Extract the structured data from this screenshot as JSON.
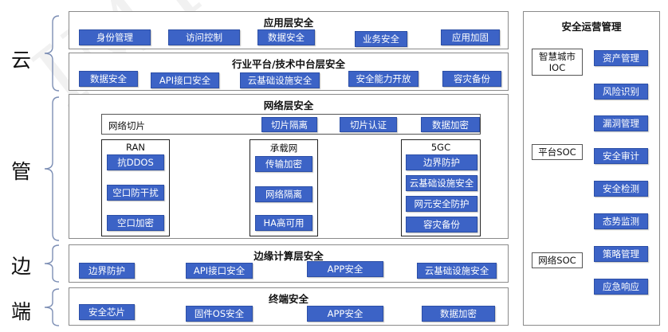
{
  "watermark": "IMT-2",
  "side_labels": {
    "cloud": "云",
    "pipe": "管",
    "edge": "边",
    "end": "端"
  },
  "app_layer": {
    "title": "应用层安全",
    "items": [
      "身份管理",
      "访问控制",
      "数据安全",
      "业务安全",
      "应用加固"
    ]
  },
  "industry_layer": {
    "title": "行业平台/技术中台层安全",
    "items": [
      "数据安全",
      "API接口安全",
      "云基础设施安全",
      "安全能力开放",
      "容灾备份"
    ]
  },
  "network_layer": {
    "title": "网络层安全",
    "slicing": {
      "label": "网络切片",
      "items": [
        "切片隔离",
        "切片认证",
        "数据加密"
      ]
    },
    "ran": {
      "title": "RAN",
      "items": [
        "抗DDOS",
        "空口防干扰",
        "空口加密"
      ]
    },
    "bearer": {
      "title": "承载网",
      "items": [
        "传输加密",
        "网络隔离",
        "HA高可用"
      ]
    },
    "core_5gc": {
      "title": "5GC",
      "items": [
        "边界防护",
        "云基础设施安全",
        "网元安全防护",
        "容灾备份"
      ]
    }
  },
  "edge_layer": {
    "title": "边缘计算层安全",
    "items": [
      "边界防护",
      "API接口安全",
      "APP安全",
      "云基础设施安全"
    ]
  },
  "terminal_layer": {
    "title": "终端安全",
    "items": [
      "安全芯片",
      "固件OS安全",
      "APP安全",
      "数据加密"
    ]
  },
  "ops": {
    "title": "安全运营管理",
    "centers": [
      "智慧城市\nIOC",
      "平台SOC",
      "网络SOC"
    ],
    "items": [
      "资产管理",
      "风险识别",
      "漏洞管理",
      "安全审计",
      "安全检测",
      "态势监测",
      "策略管理",
      "应急响应"
    ]
  }
}
